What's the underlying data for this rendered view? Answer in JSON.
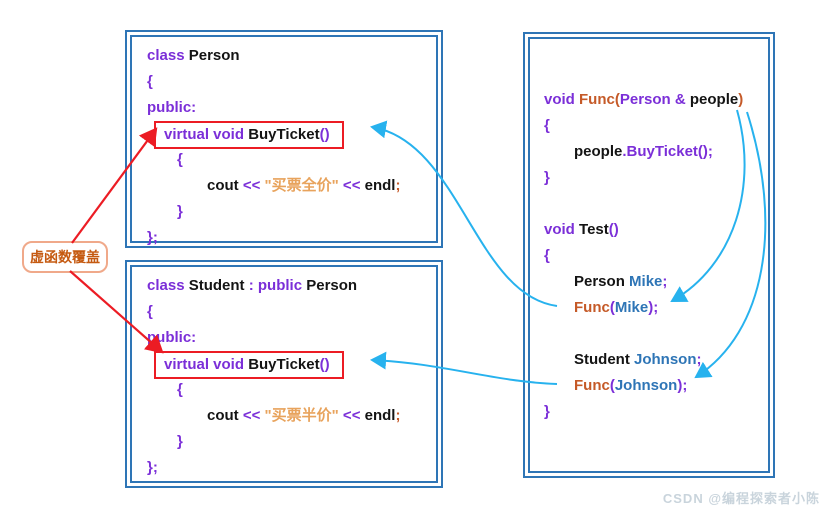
{
  "label": {
    "text": "虚函数覆盖"
  },
  "watermark": "CSDN @编程探索者小陈",
  "colors": {
    "box_border": "#2E75B6",
    "keyword_purple": "#7B2FD8",
    "string_orange": "#E8A35C",
    "function_orange": "#C55A28",
    "identifier_blue": "#2E75B6",
    "plain_text": "#141414",
    "red_arrow": "#EC1C24",
    "cyan_arrow": "#27B2EE",
    "label_border": "#F0A98A",
    "label_text": "#C55A11"
  },
  "code_boxes": [
    {
      "id": "person-class",
      "lines": [
        {
          "indent": 0,
          "tokens": [
            {
              "t": "k",
              "v": "class "
            },
            {
              "t": "x",
              "v": "Person"
            }
          ]
        },
        {
          "indent": 0,
          "tokens": [
            {
              "t": "k",
              "v": "{"
            }
          ]
        },
        {
          "indent": 0,
          "tokens": [
            {
              "t": "k",
              "v": "public:"
            }
          ]
        },
        {
          "indent": 1,
          "boxed": true,
          "tokens": [
            {
              "t": "k",
              "v": "virtual void "
            },
            {
              "t": "x",
              "v": "BuyTicket"
            },
            {
              "t": "k",
              "v": "()"
            }
          ]
        },
        {
          "indent": 2,
          "tokens": [
            {
              "t": "k",
              "v": "{"
            }
          ]
        },
        {
          "indent": 4,
          "tokens": [
            {
              "t": "x",
              "v": "cout "
            },
            {
              "t": "k",
              "v": "<< "
            },
            {
              "t": "s",
              "v": "\"买票全价\""
            },
            {
              "t": "k",
              "v": " << "
            },
            {
              "t": "x",
              "v": "endl"
            },
            {
              "t": "f",
              "v": ";"
            }
          ]
        },
        {
          "indent": 2,
          "tokens": [
            {
              "t": "k",
              "v": "}"
            }
          ]
        },
        {
          "indent": 0,
          "tokens": [
            {
              "t": "k",
              "v": "};"
            }
          ]
        }
      ]
    },
    {
      "id": "student-class",
      "lines": [
        {
          "indent": 0,
          "tokens": [
            {
              "t": "k",
              "v": "class "
            },
            {
              "t": "x",
              "v": "Student "
            },
            {
              "t": "k",
              "v": ": public "
            },
            {
              "t": "x",
              "v": "Person"
            }
          ]
        },
        {
          "indent": 0,
          "tokens": [
            {
              "t": "k",
              "v": "{"
            }
          ]
        },
        {
          "indent": 0,
          "tokens": [
            {
              "t": "k",
              "v": "public:"
            }
          ]
        },
        {
          "indent": 1,
          "boxed": true,
          "tokens": [
            {
              "t": "k",
              "v": "virtual void "
            },
            {
              "t": "x",
              "v": "BuyTicket"
            },
            {
              "t": "k",
              "v": "()"
            }
          ]
        },
        {
          "indent": 2,
          "tokens": [
            {
              "t": "k",
              "v": "{"
            }
          ]
        },
        {
          "indent": 4,
          "tokens": [
            {
              "t": "x",
              "v": "cout "
            },
            {
              "t": "k",
              "v": "<< "
            },
            {
              "t": "s",
              "v": "\"买票半价\""
            },
            {
              "t": "k",
              "v": " << "
            },
            {
              "t": "x",
              "v": "endl"
            },
            {
              "t": "f",
              "v": ";"
            }
          ]
        },
        {
          "indent": 2,
          "tokens": [
            {
              "t": "k",
              "v": "}"
            }
          ]
        },
        {
          "indent": 0,
          "tokens": [
            {
              "t": "k",
              "v": "};"
            }
          ]
        }
      ]
    },
    {
      "id": "func-test",
      "lines": [
        {
          "indent": 0,
          "tokens": [
            {
              "t": "k",
              "v": "void "
            },
            {
              "t": "f",
              "v": "Func("
            },
            {
              "t": "k",
              "v": "Person & "
            },
            {
              "t": "x",
              "v": "people"
            },
            {
              "t": "f",
              "v": ")"
            }
          ]
        },
        {
          "indent": 0,
          "tokens": [
            {
              "t": "k",
              "v": "{"
            }
          ]
        },
        {
          "indent": 2,
          "tokens": [
            {
              "t": "x",
              "v": "people"
            },
            {
              "t": "k",
              "v": ".BuyTicket();"
            }
          ]
        },
        {
          "indent": 0,
          "tokens": [
            {
              "t": "k",
              "v": "}"
            }
          ]
        },
        {
          "indent": 0,
          "tokens": []
        },
        {
          "indent": 0,
          "tokens": [
            {
              "t": "k",
              "v": "void "
            },
            {
              "t": "x",
              "v": "Test"
            },
            {
              "t": "k",
              "v": "()"
            }
          ]
        },
        {
          "indent": 0,
          "tokens": [
            {
              "t": "k",
              "v": "{"
            }
          ]
        },
        {
          "indent": 2,
          "tokens": [
            {
              "t": "x",
              "v": "Person "
            },
            {
              "t": "b",
              "v": "Mike"
            },
            {
              "t": "k",
              "v": ";"
            }
          ]
        },
        {
          "indent": 2,
          "tokens": [
            {
              "t": "f",
              "v": "Func"
            },
            {
              "t": "k",
              "v": "("
            },
            {
              "t": "b",
              "v": "Mike"
            },
            {
              "t": "k",
              "v": ");"
            }
          ]
        },
        {
          "indent": 0,
          "tokens": []
        },
        {
          "indent": 2,
          "tokens": [
            {
              "t": "x",
              "v": "Student "
            },
            {
              "t": "b",
              "v": "Johnson"
            },
            {
              "t": "k",
              "v": ";"
            }
          ]
        },
        {
          "indent": 2,
          "tokens": [
            {
              "t": "f",
              "v": "Func"
            },
            {
              "t": "k",
              "v": "("
            },
            {
              "t": "b",
              "v": "Johnson"
            },
            {
              "t": "k",
              "v": ");"
            }
          ]
        },
        {
          "indent": 0,
          "tokens": [
            {
              "t": "k",
              "v": "}"
            }
          ]
        }
      ]
    }
  ]
}
